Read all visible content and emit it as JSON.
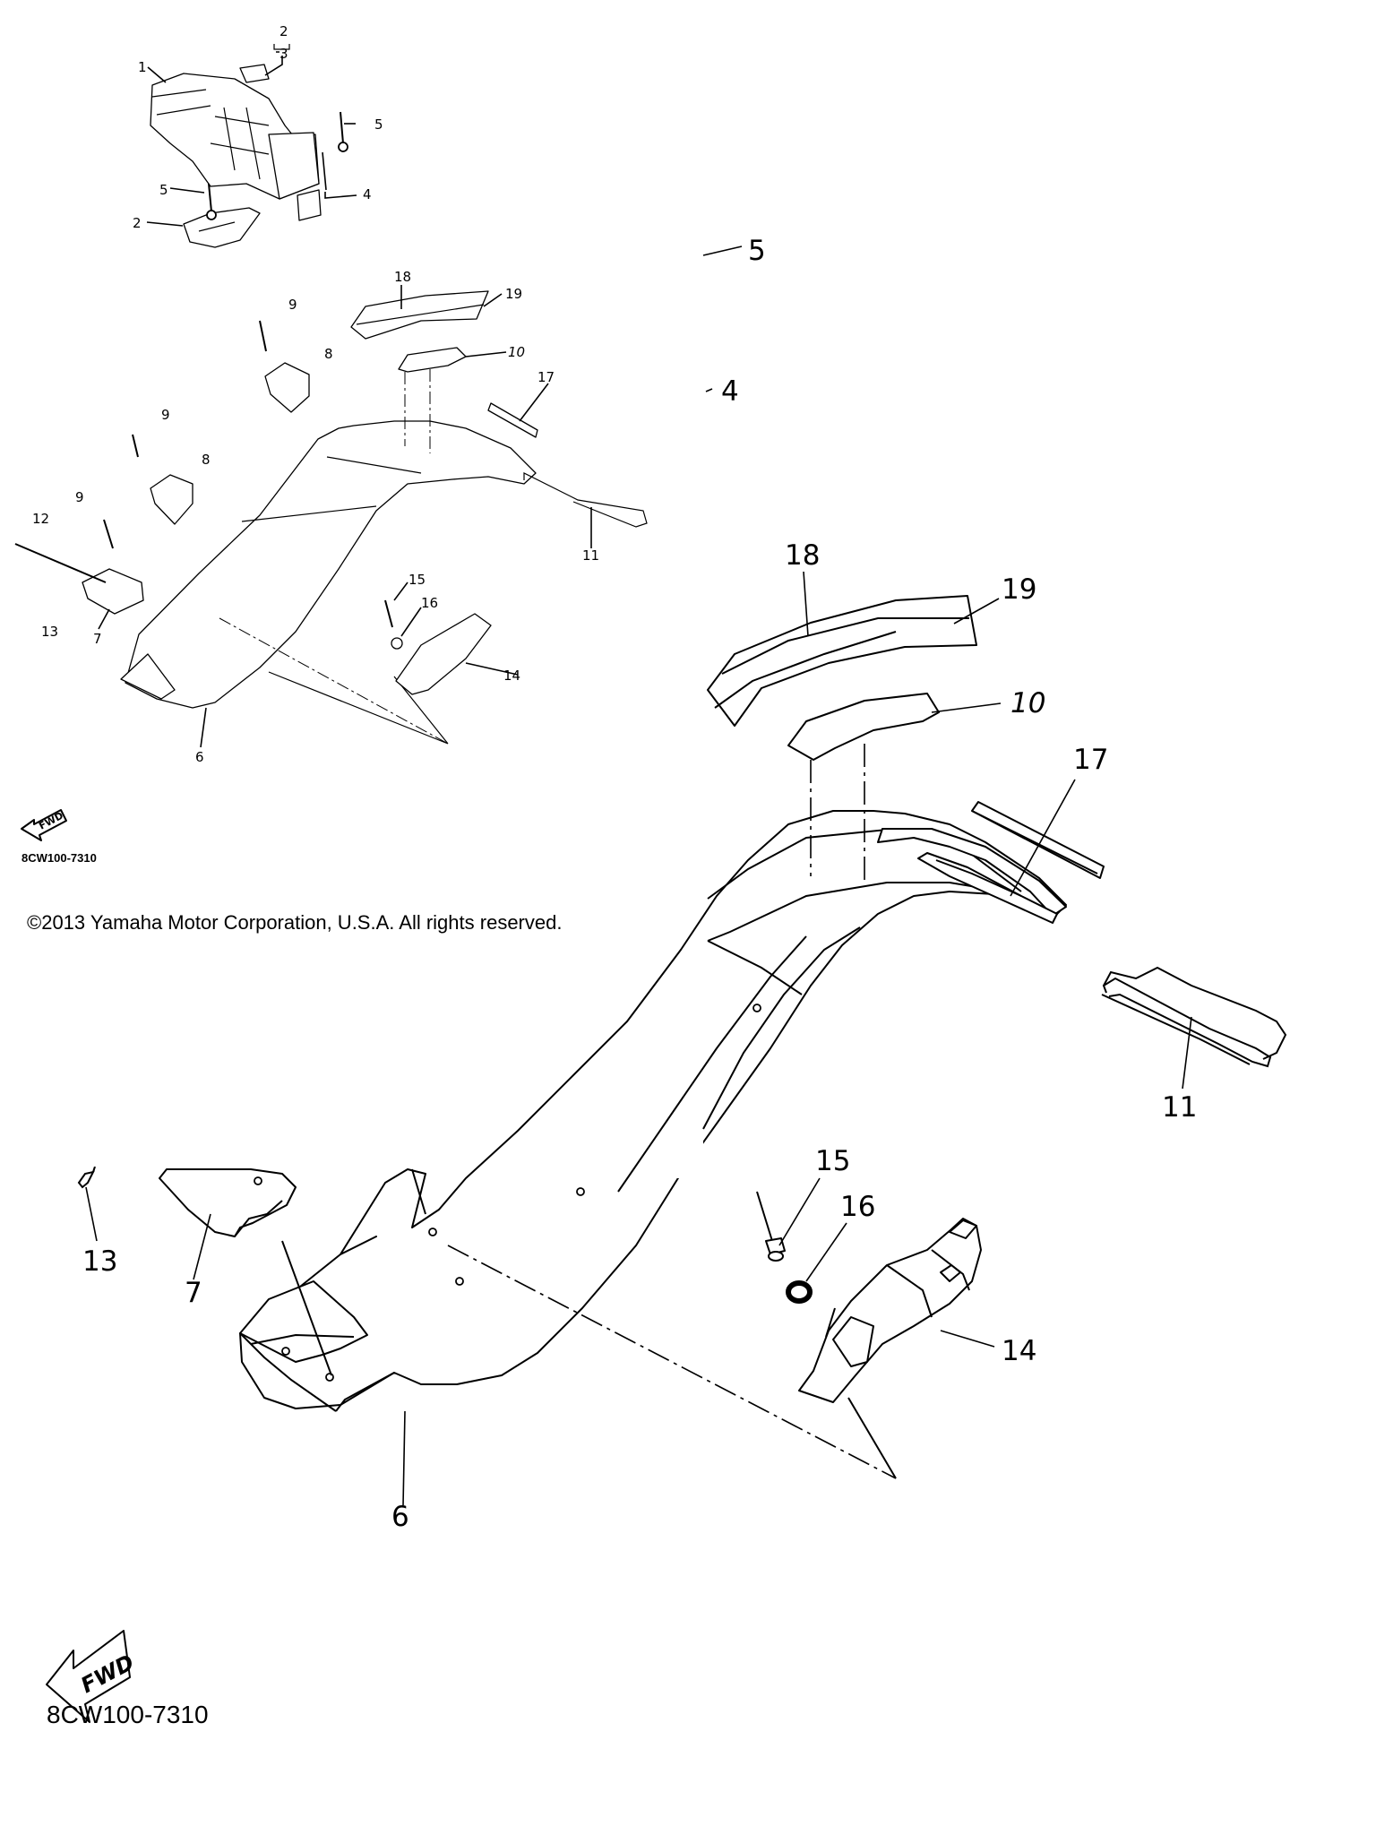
{
  "copyright": "©2013 Yamaha Motor Corporation, U.S.A. All rights reserved.",
  "diagram_code": "8CW100-7310",
  "fwd_label": "FWD",
  "bracket_label_top": "2",
  "bracket_label_bottom": "3",
  "small_callouts": [
    "1",
    "5",
    "5",
    "2",
    "4",
    "9",
    "8",
    "9",
    "8",
    "9",
    "12",
    "13",
    "7",
    "6",
    "18",
    "19",
    "10",
    "17",
    "11",
    "15",
    "16",
    "14"
  ],
  "large_callouts": [
    "5",
    "4",
    "18",
    "19",
    "10",
    "17",
    "11",
    "15",
    "16",
    "14",
    "13",
    "7",
    "6"
  ]
}
